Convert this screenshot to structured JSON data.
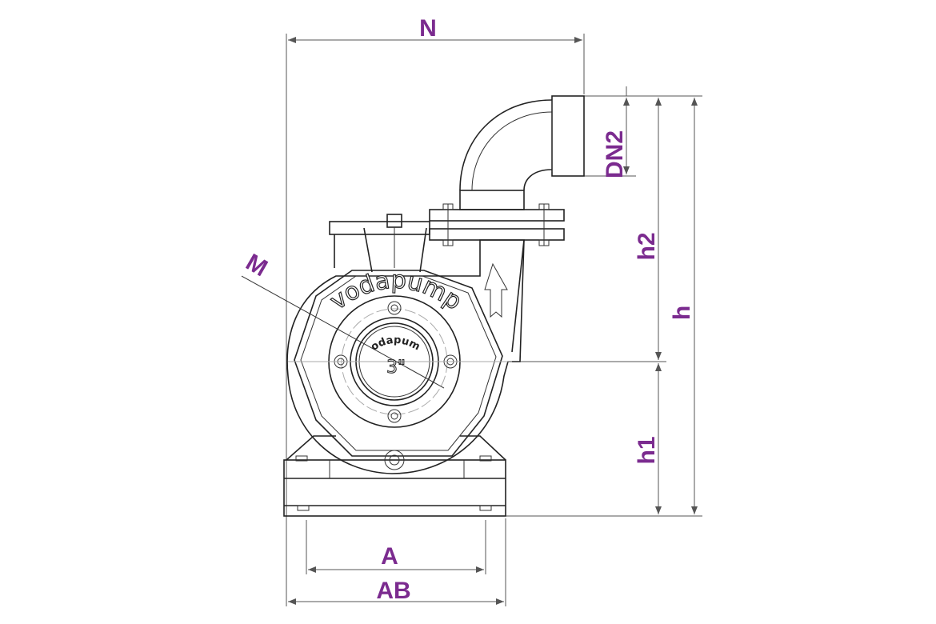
{
  "diagram": {
    "labels": {
      "N": "N",
      "DN2": "DN2",
      "h2": "h2",
      "h": "h",
      "h1": "h1",
      "M": "M",
      "A": "A",
      "AB": "AB"
    },
    "brand_text": "vodapump",
    "inlet_brand_text": "vodapump",
    "inlet_size": "3\"",
    "accent_color": "#7b2b8f"
  }
}
